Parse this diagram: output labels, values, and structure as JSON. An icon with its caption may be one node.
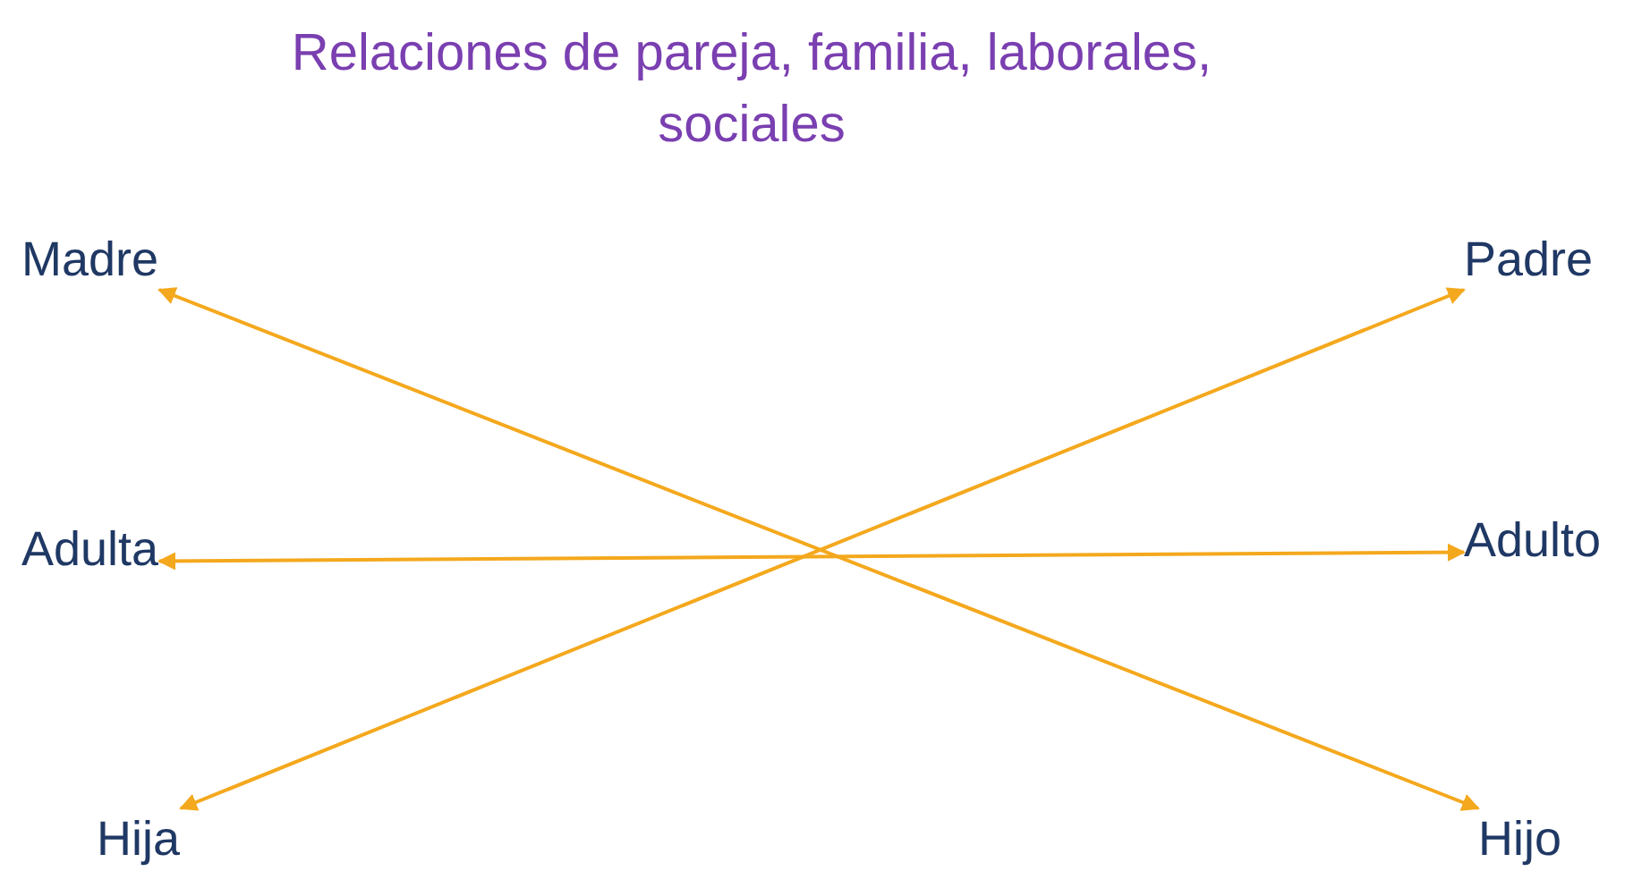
{
  "diagram": {
    "title": "Relaciones de pareja, familia, laborales, sociales",
    "nodes": [
      {
        "text": [
          "Madre"
        ]
      },
      {
        "text": [
          "Padre"
        ]
      },
      {
        "text": [
          "Adulta"
        ]
      },
      {
        "text": [
          "Adulto"
        ]
      },
      {
        "text": [
          "Hija"
        ]
      },
      {
        "text": [
          "Hijo"
        ]
      }
    ],
    "edges": [
      {
        "from": 0,
        "to": 5,
        "arrow": "both"
      },
      {
        "from": 2,
        "to": 3,
        "arrow": "both"
      },
      {
        "from": 4,
        "to": 1,
        "arrow": "both"
      }
    ]
  }
}
